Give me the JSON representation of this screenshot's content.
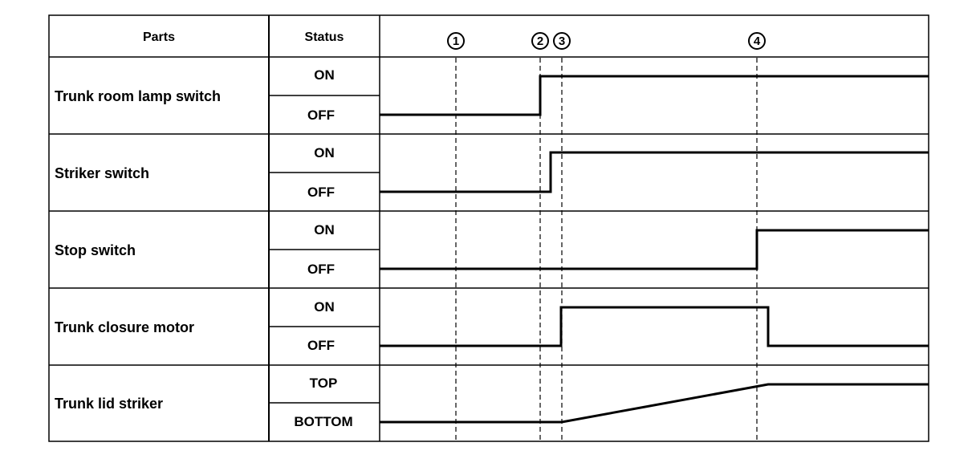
{
  "header": {
    "parts": "Parts",
    "status": "Status"
  },
  "markers": [
    "1",
    "2",
    "3",
    "4"
  ],
  "rows": [
    {
      "part": "Trunk room lamp switch",
      "status_high": "ON",
      "status_low": "OFF"
    },
    {
      "part": "Striker switch",
      "status_high": "ON",
      "status_low": "OFF"
    },
    {
      "part": "Stop switch",
      "status_high": "ON",
      "status_low": "OFF"
    },
    {
      "part": "Trunk closure motor",
      "status_high": "ON",
      "status_low": "OFF"
    },
    {
      "part": "Trunk lid striker",
      "status_high": "TOP",
      "status_low": "BOTTOM"
    }
  ],
  "signals": [
    {
      "start": "OFF",
      "changes": [
        {
          "at": "2",
          "to": "ON"
        }
      ]
    },
    {
      "start": "OFF",
      "changes": [
        {
          "at": "between 2 and 3",
          "to": "ON"
        }
      ]
    },
    {
      "start": "OFF",
      "changes": [
        {
          "at": "4",
          "to": "ON"
        }
      ]
    },
    {
      "start": "OFF",
      "changes": [
        {
          "at": "3",
          "to": "ON"
        },
        {
          "at": "just after 4",
          "to": "OFF"
        }
      ]
    },
    {
      "start": "BOTTOM",
      "changes": [
        {
          "at": "3",
          "to": "ramp up"
        },
        {
          "at": "just after 4",
          "to": "TOP"
        }
      ]
    }
  ]
}
